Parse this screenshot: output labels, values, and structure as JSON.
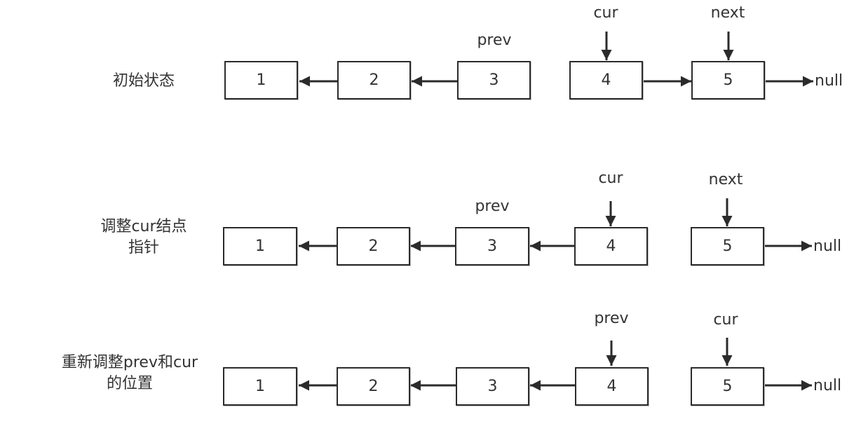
{
  "rows": [
    {
      "label_lines": [
        "初始状态"
      ],
      "nodes": [
        "1",
        "2",
        "3",
        "4",
        "5"
      ],
      "pointers": {
        "prev": "prev",
        "cur": "cur",
        "next": "next"
      },
      "null_label": "null"
    },
    {
      "label_lines": [
        "调整cur结点",
        "指针"
      ],
      "nodes": [
        "1",
        "2",
        "3",
        "4",
        "5"
      ],
      "pointers": {
        "prev": "prev",
        "cur": "cur",
        "next": "next"
      },
      "null_label": "null"
    },
    {
      "label_lines": [
        "重新调整prev和cur",
        "的位置"
      ],
      "nodes": [
        "1",
        "2",
        "3",
        "4",
        "5"
      ],
      "pointers": {
        "prev": "prev",
        "cur": "cur"
      },
      "null_label": "null"
    }
  ]
}
